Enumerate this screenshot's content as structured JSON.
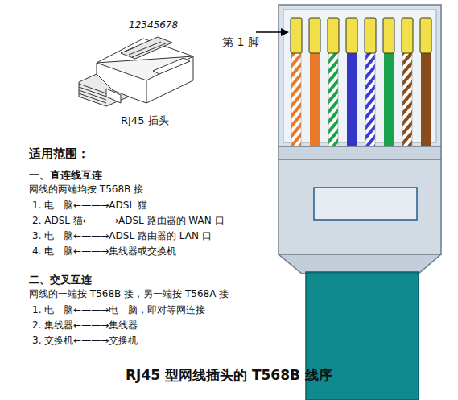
{
  "diagram": {
    "caption": "RJ45 型网线插头的 T568B 线序",
    "labels": [
      "12345678",
      "RJ45 插头",
      "第 1 脚",
      "适用范围：",
      "一、直连线互连",
      "网线的两端均按 T568B 接",
      "1. 电　脑←——→ADSL 猫",
      "2. ADSL 猫←——→ADSL 路由器的 WAN 口",
      "3. 电　脑←——→ADSL 路由器的 LAN 口",
      "4. 电　脑←——→集线器或交换机",
      "二、交叉互连",
      "网线的一端按 T568B 接，另一端按 T568A 接",
      "1. 电　脑←——→电　脑，即对等网连接",
      "2. 集线器←——→集线器",
      "3. 交换机←——→交换机"
    ]
  }
}
